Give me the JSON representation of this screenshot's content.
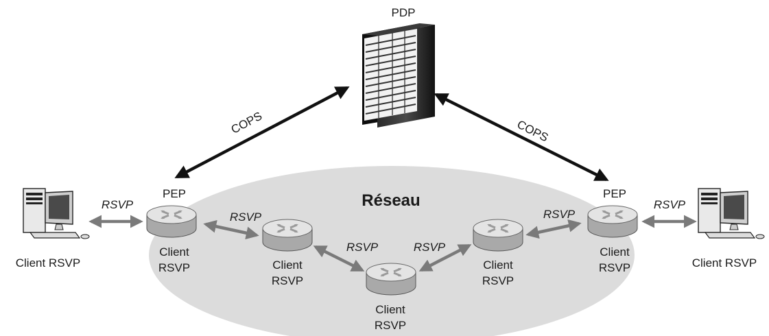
{
  "server": {
    "label": "PDP"
  },
  "network": {
    "label": "Réseau"
  },
  "protocols": {
    "cops": "COPS",
    "rsvp": "RSVP"
  },
  "edge_routers": {
    "role": "PEP",
    "label_line1": "Client",
    "label_line2": "RSVP"
  },
  "core_routers": {
    "label_line1": "Client",
    "label_line2": "RSVP"
  },
  "hosts": {
    "label": "Client RSVP"
  },
  "colors": {
    "network_fill": "#dcdcdc",
    "router_body": "#bdbdbd",
    "router_top": "#e6e6e6",
    "rsvp_arrow": "#7a7a7a",
    "cops_arrow": "#111111"
  }
}
